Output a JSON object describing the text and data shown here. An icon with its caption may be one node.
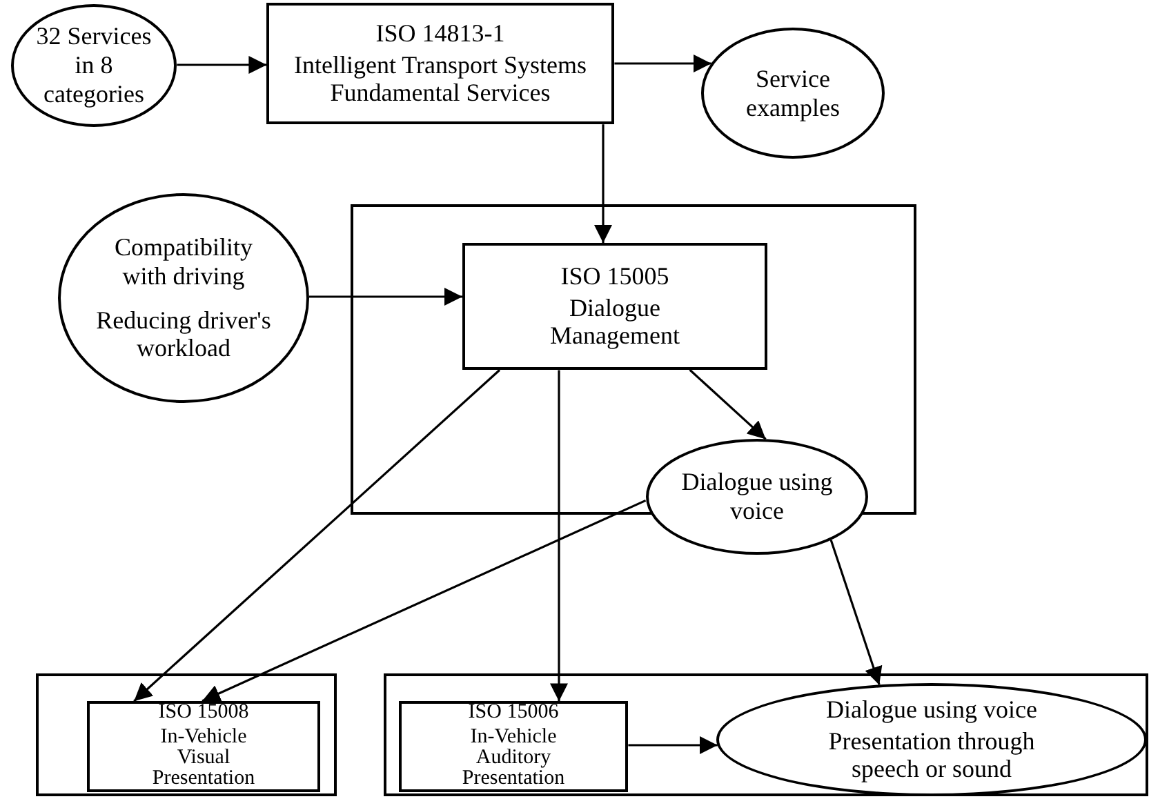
{
  "diagram": {
    "nodes": [
      {
        "text": [
          "32 Services in 8 categories"
        ]
      },
      {
        "text": [
          "ISO 14813-1",
          "Intelligent Transport Systems Fundamental Services"
        ]
      },
      {
        "text": [
          "Service examples"
        ]
      },
      {
        "text": [],
        "shape": "box"
      },
      {
        "text": [
          "ISO 15005",
          "Dialogue Management"
        ],
        "in": 3
      },
      {
        "text": [
          "Compatibility with driving",
          "Reducing driver's workload"
        ]
      },
      {
        "text": [
          "Dialogue using voice"
        ]
      },
      {
        "text": [],
        "shape": "box"
      },
      {
        "text": [
          "ISO 15008",
          "In-Vehicle Visual Presentation"
        ],
        "in": 7
      },
      {
        "text": [],
        "shape": "box"
      },
      {
        "text": [
          "ISO 15006",
          "In-Vehicle Auditory Presentation"
        ],
        "in": 9
      },
      {
        "text": [
          "Dialogue using voice",
          "Presentation through speech or sound"
        ],
        "in": 9
      }
    ],
    "edges": [
      {
        "from": 0,
        "to": 1,
        "arrow": "to"
      },
      {
        "from": 1,
        "to": 2,
        "arrow": "to"
      },
      {
        "from": 1,
        "to": 4,
        "arrow": "to"
      },
      {
        "from": 5,
        "to": 4,
        "arrow": "to"
      },
      {
        "from": 4,
        "to": 8,
        "arrow": "to"
      },
      {
        "from": 4,
        "to": 10,
        "arrow": "to"
      },
      {
        "from": 4,
        "to": 6,
        "arrow": "to"
      },
      {
        "from": 6,
        "to": 8,
        "arrow": "to"
      },
      {
        "from": 6,
        "to": 11,
        "arrow": "to"
      },
      {
        "from": 10,
        "to": 11,
        "arrow": "to"
      }
    ]
  }
}
